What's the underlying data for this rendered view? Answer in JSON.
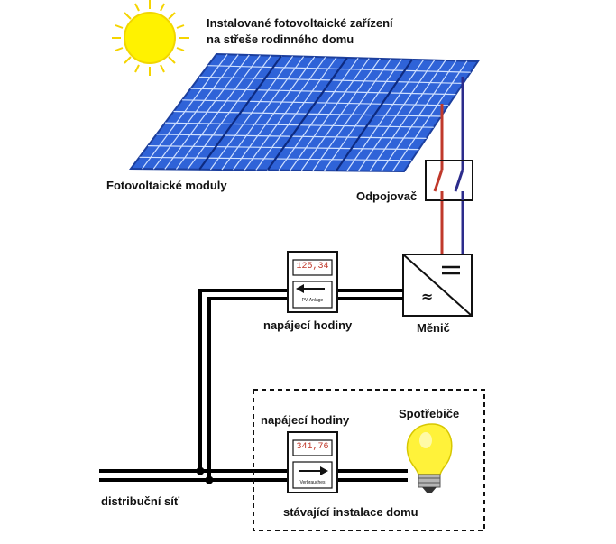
{
  "labels": {
    "title_line1": "Instalované fotovoltaické zařízení",
    "title_line2": "na střeše rodinného domu",
    "modules": "Fotovoltaické moduly",
    "disconnector": "Odpojovač",
    "inverter": "Měnič",
    "feed_meter": "napájecí hodiny",
    "house_meter": "napájecí hodiny",
    "appliances": "Spotřebiče",
    "grid": "distribuční síť",
    "house_installation": "stávající instalace domu"
  },
  "meters": {
    "feed": {
      "reading": "125,34",
      "sublabel": "PV-Anlage"
    },
    "house": {
      "reading": "341,76",
      "sublabel": "Verbrauches"
    }
  },
  "colors": {
    "sun": "#fff200",
    "panel": "#2f63d8",
    "panel_grid": "#cfe0ff",
    "wire_dc_red": "#c0392b",
    "wire_dc_blue": "#2c2c8c",
    "wire": "#000000",
    "bulb": "#fff23a"
  }
}
